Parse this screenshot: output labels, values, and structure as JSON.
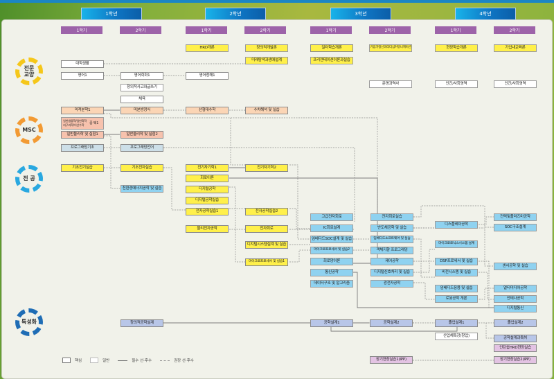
{
  "years": [
    "1학년",
    "2학년",
    "3학년",
    "4학년"
  ],
  "semesters": [
    "1학기",
    "2학기",
    "1학기",
    "2학기",
    "1학기",
    "2학기",
    "1학기",
    "2학기"
  ],
  "categories": {
    "liberal": "전문\n교양",
    "msc": "MSC",
    "major": "전 공",
    "special": "특성화"
  },
  "colors": {
    "liberal": "#f5c71a",
    "msc": "#f29a33",
    "major": "#29a8e0",
    "special": "#1f6db5"
  },
  "courses": {
    "c01": "HRD개론",
    "c02": "창의적개발론",
    "c03": "미래탐색과생애설계",
    "c04": "일터학습개론",
    "c05": "프리젠테이션이론과실습",
    "c06": "기업가정신과리더십커뮤니케이션",
    "c07": "현장학습개론",
    "c08": "기업내교육론",
    "c09": "대학생활",
    "c10": "영어1",
    "c11": "영어회화1",
    "c12": "영어청해1",
    "c13": "창의적사고와글쓰기",
    "c14": "체육",
    "c15": "문명과역사",
    "c16": "인간/사회영역",
    "c17": "인간/사회영역",
    "m01": "미적분학1",
    "m02": "미분방정식",
    "m03": "선형대수학",
    "m04": "수치해석 및 실습",
    "m05a": "일반생물학/일반화학",
    "m05b": "지구과학/이산수학",
    "m05c": "중 택1",
    "m06": "일반물리학 및 실험1",
    "m07": "일반물리학 및 실험2",
    "m08": "프로그래밍기초",
    "m09": "프로그래밍언어",
    "j01": "기초전기실습",
    "j02": "기초전자실습",
    "j03": "친환경에너지공학 및 실습",
    "j04": "전기자기학1",
    "j05": "전기자기학2",
    "j06": "회로이론",
    "j07": "디지털공학",
    "j08": "디지털공학실습",
    "j09": "전자공학실습1",
    "j10": "전자공학실습2",
    "j11": "물리전자공학",
    "j12": "전자회로",
    "j13": "디지털시스템설계 및 실습",
    "j14": "마이크로프로세서 및 실습1",
    "j15": "고급전자회로",
    "j16": "IC회로설계",
    "j17": "임베디드SOC설계 및 실습",
    "j18": "마이크로프로세서 및 실습2",
    "j19": "회로망이론",
    "j20": "통신공학",
    "j21": "데이터구조 및 알고리즘",
    "j22": "전자회로실습",
    "j23": "반도체공학 및 실습",
    "j24": "임베디드소프트웨어 및 실습",
    "j25": "객체지향 프로그래밍",
    "j26": "제어공학",
    "j27": "디지털신호처리 및 실습",
    "j28": "광전자공학",
    "j29": "디스플레이공학",
    "j30": "마이크로로닉스시스템 설계",
    "j31": "DSP프로세서 및 실습",
    "j32": "비전시스템 및 실습",
    "j33": "임베디드응용 및 실습",
    "j34": "로봇공학 개론",
    "j35": "전력및플라즈마공학",
    "j36": "SOC구조설계",
    "j37": "센서공학 및 실습",
    "j38": "멀티미디어공학",
    "j39": "안테나공학",
    "j40": "디지털통신",
    "s01": "창의적공학설계",
    "s02": "공학설계1",
    "s03": "공학설계2",
    "s04": "졸업설계1",
    "s05": "졸업설계2",
    "s06": "산업체특강(창업)",
    "s07": "공학설계과특허",
    "s08": "인턴쉽HRD현장실습",
    "s09": "장기현장실습1(IPP)",
    "s10": "장기현장실습2(IPP)"
  },
  "legend": {
    "core": "핵심",
    "general": "일반",
    "required": "필수 선·후수",
    "recommended": "권장 선·후수"
  }
}
